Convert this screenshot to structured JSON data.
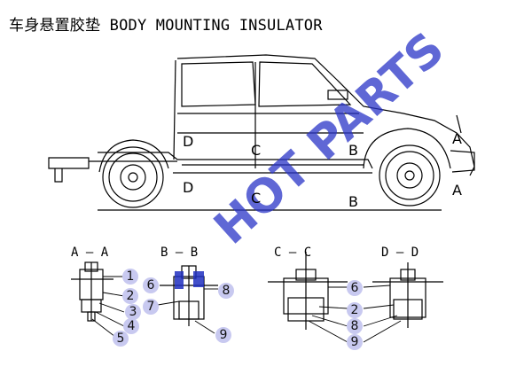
{
  "title": "车身悬置胶垫 BODY MOUNTING INSULATOR",
  "vehicle_labels": {
    "a_front": "A",
    "a_low": "A",
    "b_upper": "B",
    "b_low": "B",
    "c_upper": "C",
    "c_low": "C",
    "d_upper": "D",
    "d_low": "D"
  },
  "sections": {
    "aa": [
      "A",
      "A"
    ],
    "bb": [
      "B",
      "B"
    ],
    "cc": [
      "C",
      "C"
    ],
    "dd": [
      "D",
      "D"
    ]
  },
  "callouts": {
    "aa": [
      "1",
      "2",
      "3",
      "4",
      "5"
    ],
    "bb": [
      "6",
      "8",
      "7",
      "9"
    ],
    "cc": [
      "6",
      "2",
      "8",
      "9"
    ]
  },
  "watermark": "HOT PARTS",
  "colors": {
    "line": "#000000",
    "callout_fill": "#c8c9f0",
    "watermark": "#2a35c8",
    "highlight": "#2030c0"
  }
}
